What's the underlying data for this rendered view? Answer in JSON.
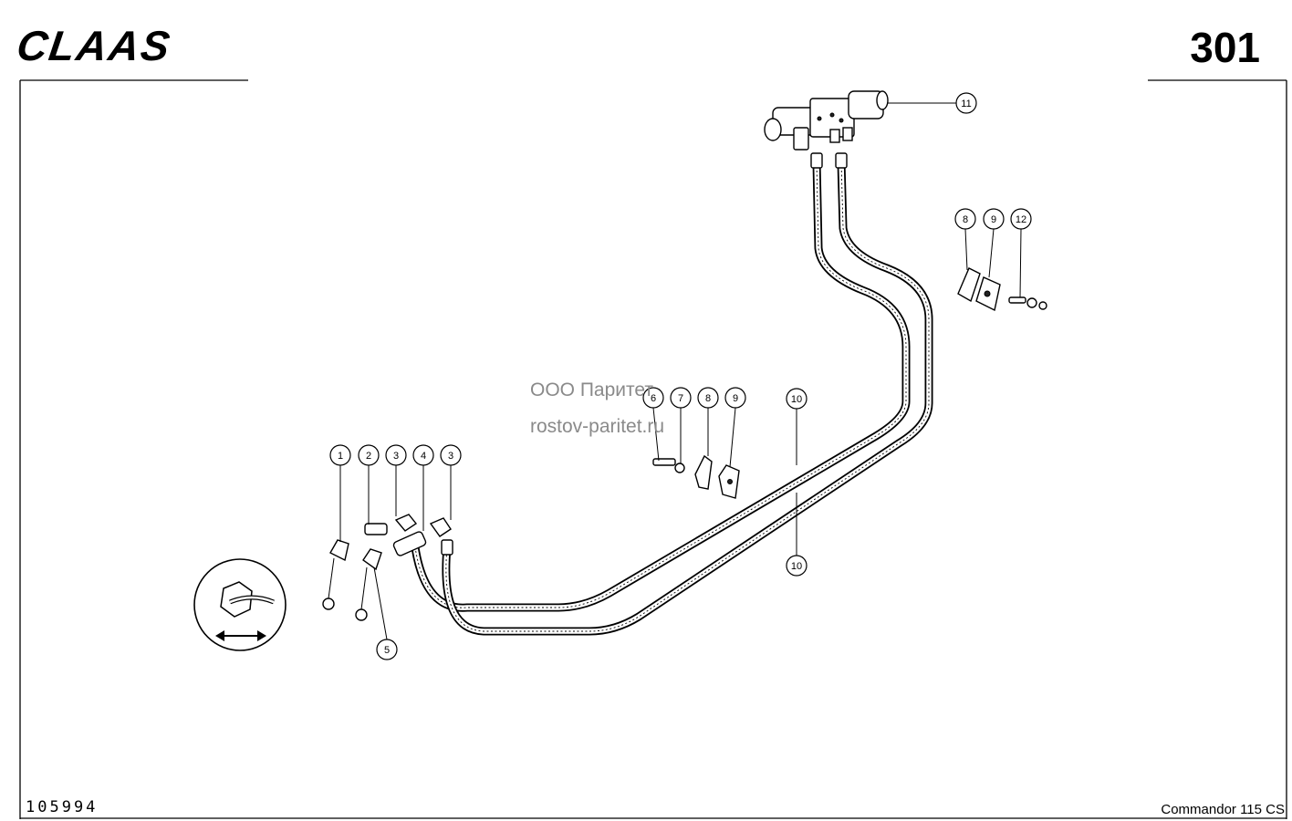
{
  "header": {
    "brand": "CLAAS",
    "page_number": "301"
  },
  "watermark": {
    "line1": "ООО Паритет",
    "line2": "rostov-paritet.ru"
  },
  "callouts": [
    {
      "id": "c1",
      "label": "1"
    },
    {
      "id": "c2",
      "label": "2"
    },
    {
      "id": "c3a",
      "label": "3"
    },
    {
      "id": "c4",
      "label": "4"
    },
    {
      "id": "c3b",
      "label": "3"
    },
    {
      "id": "c5",
      "label": "5"
    },
    {
      "id": "c6",
      "label": "6"
    },
    {
      "id": "c7",
      "label": "7"
    },
    {
      "id": "c8a",
      "label": "8"
    },
    {
      "id": "c9a",
      "label": "9"
    },
    {
      "id": "c10a",
      "label": "10"
    },
    {
      "id": "c10b",
      "label": "10"
    },
    {
      "id": "c11",
      "label": "11"
    },
    {
      "id": "c8b",
      "label": "8"
    },
    {
      "id": "c9b",
      "label": "9"
    },
    {
      "id": "c12",
      "label": "12"
    }
  ],
  "footer": {
    "document_number": "105994",
    "model": "Commandor 115 CS"
  },
  "icons": {
    "hex_fitting_symbol": "hex-fitting-direction-icon"
  }
}
